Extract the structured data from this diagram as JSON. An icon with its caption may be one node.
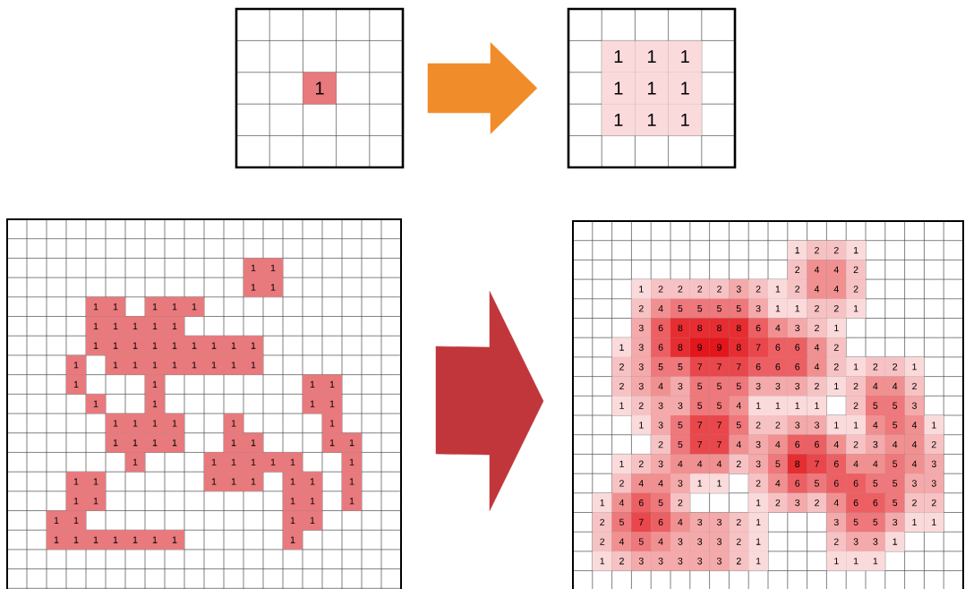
{
  "diagram": {
    "nodes": [
      {
        "text": [
          "1"
        ]
      },
      {
        "text": [
          "1",
          "1",
          "1",
          "1",
          "1",
          "1",
          "1",
          "1",
          "1"
        ]
      },
      {
        "text": [
          "1",
          "1",
          "1",
          "1",
          "1",
          "1",
          "1",
          "1",
          "1",
          "1",
          "1",
          "1",
          "1",
          "1",
          "1",
          "1",
          "1",
          "1",
          "1",
          "1",
          "1",
          "1",
          "1",
          "1",
          "1",
          "1",
          "1",
          "1",
          "1",
          "1",
          "1",
          "1",
          "1",
          "1",
          "1",
          "1",
          "1",
          "1",
          "1",
          "1",
          "1",
          "1",
          "1",
          "1",
          "1",
          "1",
          "1",
          "1",
          "1",
          "1",
          "1",
          "1",
          "1",
          "1",
          "1",
          "1",
          "1",
          "1",
          "1",
          "1",
          "1",
          "1",
          "1",
          "1",
          "1",
          "1",
          "1",
          "1",
          "1",
          "1",
          "1",
          "1",
          "1",
          "1",
          "1",
          "1",
          "1",
          "1",
          "1",
          "1",
          "1",
          "1",
          "1",
          "1",
          "1",
          "1"
        ]
      },
      {
        "text": [
          "1",
          "2",
          "2",
          "1",
          "2",
          "4",
          "4",
          "2",
          "1",
          "2",
          "2",
          "2",
          "2",
          "3",
          "2",
          "1",
          "2",
          "4",
          "4",
          "2",
          "2",
          "4",
          "5",
          "5",
          "5",
          "5",
          "3",
          "1",
          "1",
          "2",
          "2",
          "1",
          "3",
          "6",
          "8",
          "8",
          "8",
          "8",
          "6",
          "4",
          "3",
          "2",
          "1",
          "1",
          "3",
          "6",
          "8",
          "9",
          "9",
          "8",
          "7",
          "6",
          "6",
          "4",
          "2",
          "2",
          "3",
          "5",
          "5",
          "7",
          "7",
          "7",
          "6",
          "6",
          "6",
          "4",
          "2",
          "1",
          "2",
          "2",
          "1",
          "2",
          "3",
          "4",
          "3",
          "5",
          "5",
          "5",
          "3",
          "3",
          "3",
          "2",
          "1",
          "2",
          "4",
          "4",
          "2",
          "1",
          "2",
          "3",
          "3",
          "5",
          "5",
          "4",
          "1",
          "1",
          "1",
          "1",
          "2",
          "5",
          "5",
          "3",
          "1",
          "3",
          "5",
          "7",
          "7",
          "5",
          "2",
          "2",
          "3",
          "3",
          "1",
          "1",
          "4",
          "5",
          "4",
          "1",
          "2",
          "5",
          "7",
          "7",
          "4",
          "3",
          "4",
          "6",
          "6",
          "4",
          "2",
          "3",
          "4",
          "4",
          "2",
          "1",
          "2",
          "3",
          "4",
          "4",
          "4",
          "2",
          "3",
          "5",
          "8",
          "7",
          "6",
          "4",
          "4",
          "5",
          "4",
          "3",
          "2",
          "4",
          "4",
          "3",
          "1",
          "1",
          "2",
          "4",
          "6",
          "5",
          "6",
          "6",
          "5",
          "5",
          "3",
          "3",
          "1",
          "4",
          "6",
          "5",
          "2",
          "1",
          "2",
          "3",
          "2",
          "4",
          "6",
          "6",
          "5",
          "2",
          "2",
          "2",
          "5",
          "7",
          "6",
          "4",
          "3",
          "3",
          "2",
          "1",
          "3",
          "5",
          "5",
          "3",
          "1",
          "1",
          "2",
          "4",
          "5",
          "4",
          "3",
          "3",
          "3",
          "2",
          "1",
          "2",
          "3",
          "3",
          "1",
          "1",
          "2",
          "3",
          "3",
          "3",
          "3",
          "3",
          "2",
          "1",
          "1",
          "1",
          "1"
        ]
      }
    ],
    "edges": [
      {
        "from": 0,
        "to": 1,
        "arrow": "to",
        "color": "#f08c2a"
      },
      {
        "from": 2,
        "to": 3,
        "arrow": "to",
        "color": "#c0363a"
      }
    ]
  }
}
